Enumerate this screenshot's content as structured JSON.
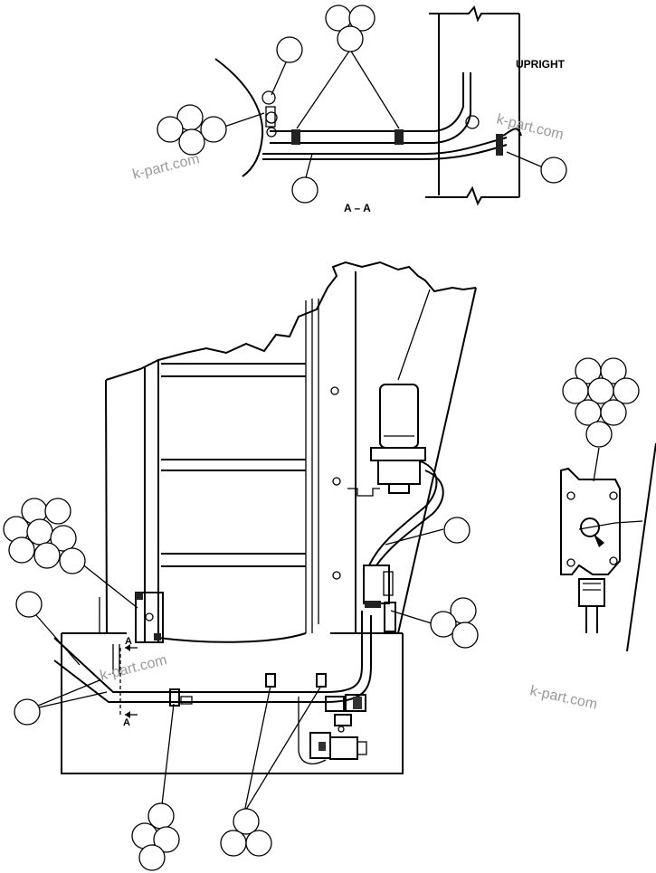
{
  "labels": {
    "upright": "UPRIGHT",
    "section": "A – A",
    "section_mark_upper": "A",
    "section_mark_lower": "A"
  },
  "watermarks": {
    "w1": "k-part.com",
    "w2": "k-part.com",
    "w3": "k-part.com",
    "w4": "k-part.com"
  }
}
